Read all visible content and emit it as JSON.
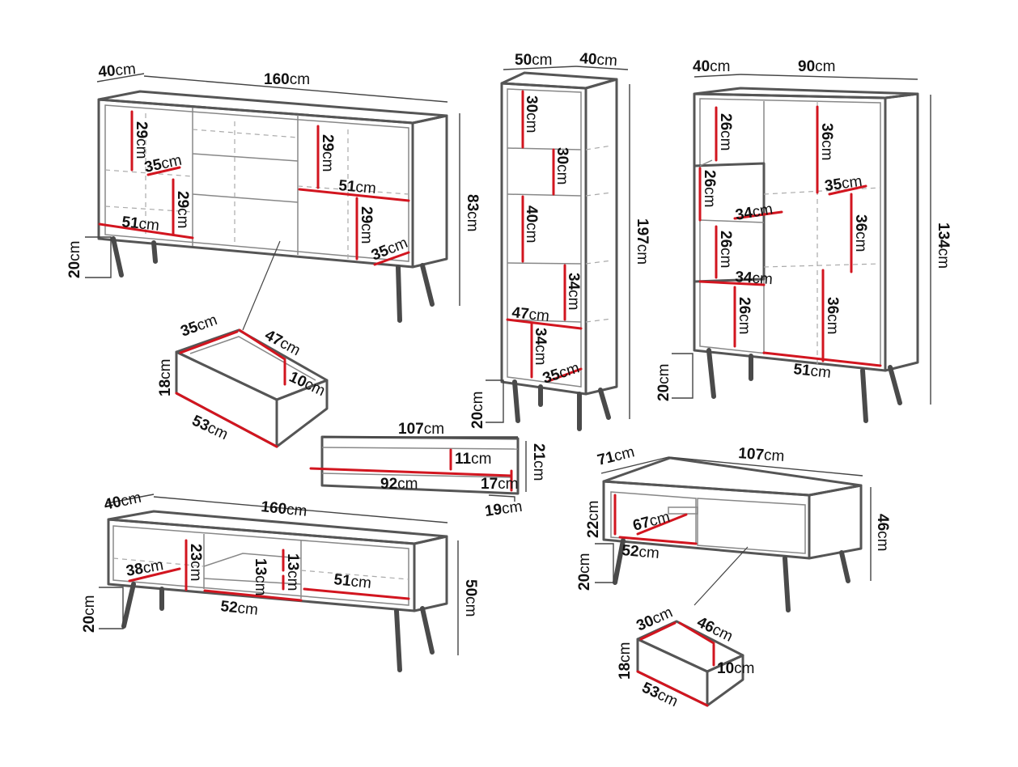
{
  "colors": {
    "accent": "#d2151f",
    "outline": "#555555",
    "text": "#111111"
  },
  "unit": "cm",
  "sideboard": {
    "labels": {
      "depth": "40",
      "width": "160",
      "height": "83",
      "legs": "20",
      "shelf_left": "29",
      "depth_left": "35",
      "shelf_mid_left": "29",
      "inner_left": "51",
      "shelf_mid_right": "29",
      "inner_right": "51",
      "shelf_right": "29",
      "depth_right": "35"
    }
  },
  "sideboard_drawer": {
    "labels": {
      "depth": "35",
      "width": "47",
      "height": "18",
      "inner_height": "10",
      "length": "53"
    }
  },
  "tall_cabinet": {
    "labels": {
      "width": "50",
      "depth": "40",
      "height": "197",
      "legs": "20",
      "shelf_1": "30",
      "shelf_2": "30",
      "shelf_3": "40",
      "shelf_4": "34",
      "inner_width": "47",
      "shelf_5": "34",
      "inner_depth": "35"
    }
  },
  "display_cabinet": {
    "labels": {
      "depth": "40",
      "width": "90",
      "height": "134",
      "legs": "20",
      "left_1": "26",
      "left_2": "26",
      "left_3": "26",
      "left_4": "26",
      "inner_1": "34",
      "inner_2": "34",
      "right_1": "36",
      "depth_right": "35",
      "right_2": "36",
      "right_3": "36",
      "inner_width": "51"
    }
  },
  "wall_shelf": {
    "labels": {
      "width": "107",
      "inner_height": "11",
      "height": "21",
      "inner_width": "92",
      "inner_depth": "17",
      "depth": "19"
    }
  },
  "tv_stand": {
    "labels": {
      "depth": "40",
      "width": "160",
      "height": "50",
      "legs": "20",
      "inner_depth": "38",
      "shelf_h_left": "23",
      "shelf_h_mid_a": "13",
      "shelf_h_mid_b": "13",
      "inner_width_right": "51",
      "inner_width_left": "52"
    }
  },
  "coffee_table": {
    "labels": {
      "depth": "71",
      "width": "107",
      "height": "46",
      "legs": "20",
      "inner_height": "22",
      "inner_width": "67",
      "inner_depth": "52"
    }
  },
  "coffee_table_drawer": {
    "labels": {
      "depth": "30",
      "width": "46",
      "height": "18",
      "inner_height": "10",
      "length": "53"
    }
  }
}
